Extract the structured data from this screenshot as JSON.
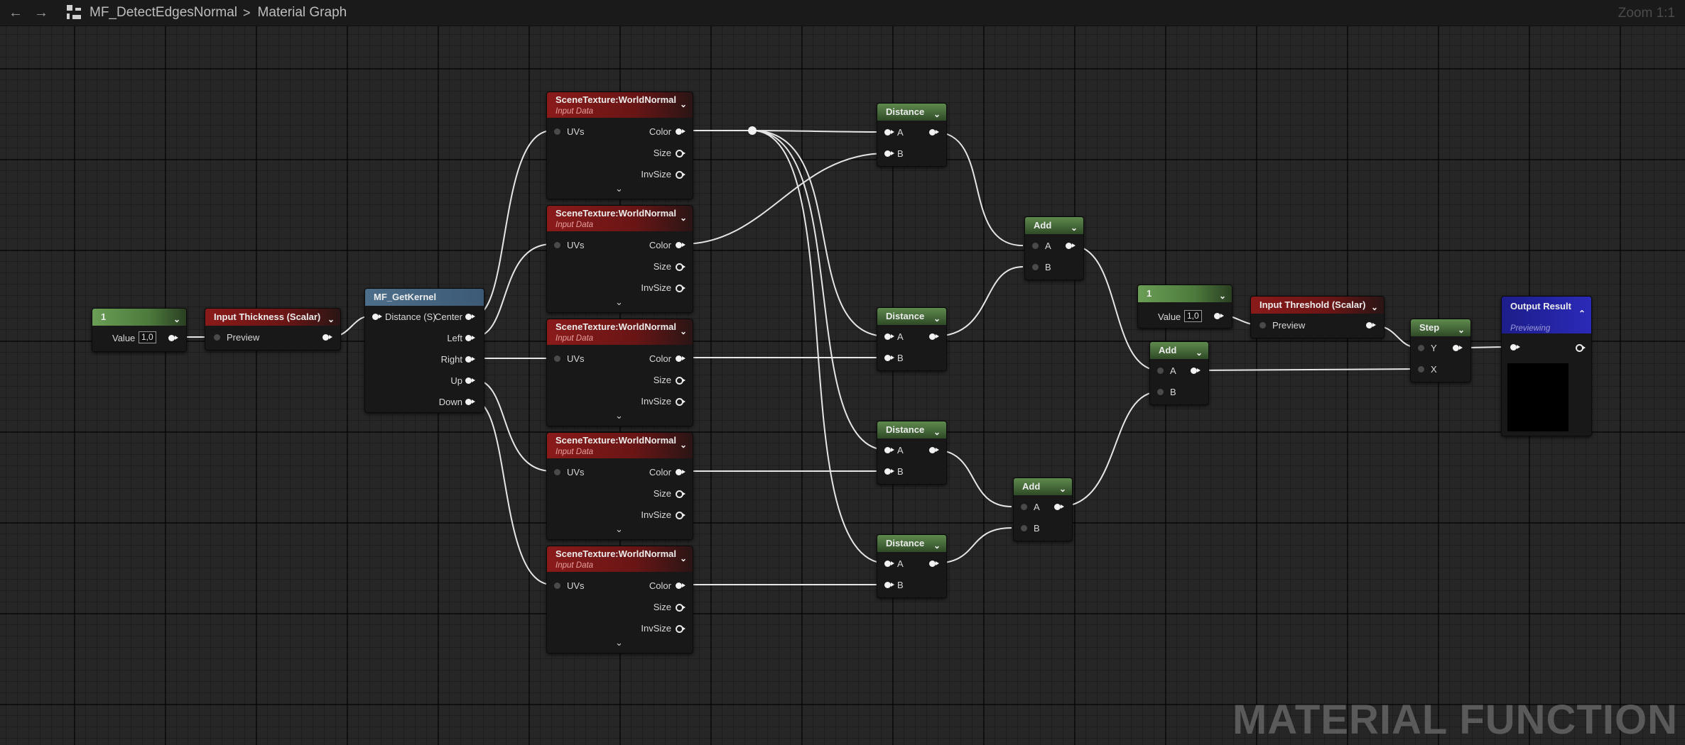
{
  "topbar": {
    "back_icon": "arrow-left-icon",
    "forward_icon": "arrow-right-icon",
    "asset_icon": "material-function-icon",
    "asset_name": "MF_DetectEdgesNormal",
    "separator": ">",
    "graph_name": "Material Graph",
    "zoom": "Zoom 1:1"
  },
  "nodes": {
    "const_thickness": {
      "title": "1",
      "value_label": "Value",
      "value": "1,0"
    },
    "input_thickness": {
      "title": "Input Thickness (Scalar)",
      "preview_label": "Preview"
    },
    "get_kernel": {
      "title": "MF_GetKernel",
      "input_label": "Distance (S)",
      "outputs": [
        "Center",
        "Left",
        "Right",
        "Up",
        "Down"
      ]
    },
    "scene_textures": [
      {
        "title": "SceneTexture:WorldNormal",
        "subtitle": "Input Data",
        "input": "UVs",
        "outputs": [
          "Color",
          "Size",
          "InvSize"
        ]
      },
      {
        "title": "SceneTexture:WorldNormal",
        "subtitle": "Input Data",
        "input": "UVs",
        "outputs": [
          "Color",
          "Size",
          "InvSize"
        ]
      },
      {
        "title": "SceneTexture:WorldNormal",
        "subtitle": "Input Data",
        "input": "UVs",
        "outputs": [
          "Color",
          "Size",
          "InvSize"
        ]
      },
      {
        "title": "SceneTexture:WorldNormal",
        "subtitle": "Input Data",
        "input": "UVs",
        "outputs": [
          "Color",
          "Size",
          "InvSize"
        ]
      },
      {
        "title": "SceneTexture:WorldNormal",
        "subtitle": "Input Data",
        "input": "UVs",
        "outputs": [
          "Color",
          "Size",
          "InvSize"
        ]
      }
    ],
    "distances": [
      {
        "title": "Distance",
        "a": "A",
        "b": "B"
      },
      {
        "title": "Distance",
        "a": "A",
        "b": "B"
      },
      {
        "title": "Distance",
        "a": "A",
        "b": "B"
      },
      {
        "title": "Distance",
        "a": "A",
        "b": "B"
      }
    ],
    "adds": [
      {
        "title": "Add",
        "a": "A",
        "b": "B"
      },
      {
        "title": "Add",
        "a": "A",
        "b": "B"
      },
      {
        "title": "Add",
        "a": "A",
        "b": "B"
      }
    ],
    "const_threshold": {
      "title": "1",
      "value_label": "Value",
      "value": "1,0"
    },
    "input_threshold": {
      "title": "Input Threshold (Scalar)",
      "preview_label": "Preview"
    },
    "step": {
      "title": "Step",
      "y": "Y",
      "x": "X"
    },
    "output": {
      "title": "Output Result",
      "subtitle": "Previewing"
    }
  },
  "watermark": "MATERIAL FUNCTION",
  "colors": {
    "constant": "#5f8a4e",
    "input": "#8a1a1a",
    "function_call": "#4d6e8a",
    "output": "#2222a8",
    "wire": "#e6e6e6"
  }
}
